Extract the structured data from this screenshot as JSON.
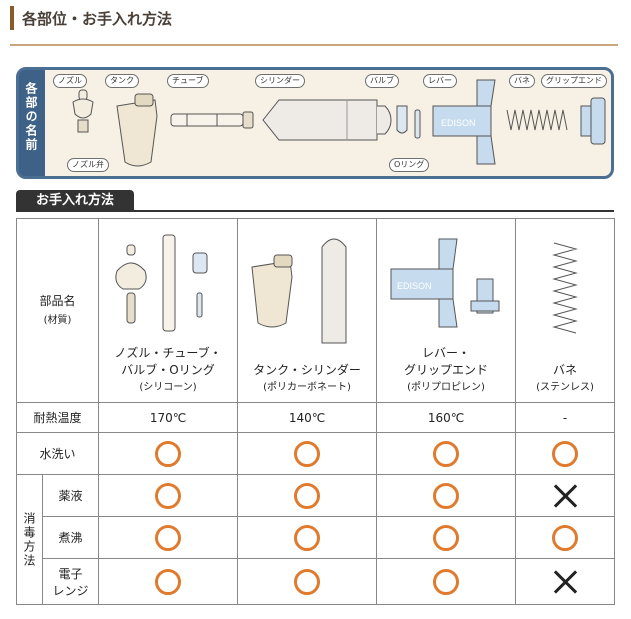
{
  "header": {
    "title": "各部位・お手入れ方法"
  },
  "parts": {
    "side_label": "各部の名前",
    "labels": {
      "nozzle": "ノズル",
      "tank": "タンク",
      "tube": "チューブ",
      "cylinder": "シリンダー",
      "valve": "バルブ",
      "lever": "レバー",
      "spring": "バネ",
      "grip_end": "グリップエンド",
      "nozzle_valve": "ノズル弁",
      "o_ring": "Oリング"
    },
    "brand": "EDISON"
  },
  "care": {
    "section_title": "お手入れ方法",
    "header_label": "部品名",
    "header_sub": "(材質)",
    "columns": [
      {
        "name_line1": "ノズル・チューブ・",
        "name_line2": "バルブ・Oリング",
        "material": "(シリコーン)"
      },
      {
        "name_line1": "タンク・シリンダー",
        "name_line2": "",
        "material": "(ポリカーボネート)"
      },
      {
        "name_line1": "レバー・",
        "name_line2": "グリップエンド",
        "material": "(ポリプロピレン)"
      },
      {
        "name_line1": "バネ",
        "name_line2": "",
        "material": "(ステンレス)"
      }
    ],
    "rows": {
      "heat": {
        "label": "耐熱温度",
        "values": [
          "170℃",
          "140℃",
          "160℃",
          "-"
        ]
      },
      "wash": {
        "label": "水洗い",
        "values": [
          "circle",
          "circle",
          "circle",
          "circle"
        ]
      },
      "disinfect_label": "消毒方法",
      "chemical": {
        "label": "薬液",
        "values": [
          "circle",
          "circle",
          "circle",
          "cross"
        ]
      },
      "boiling": {
        "label": "煮沸",
        "values": [
          "circle",
          "circle",
          "circle",
          "circle"
        ]
      },
      "microwave": {
        "label_line1": "電子",
        "label_line2": "レンジ",
        "values": [
          "circle",
          "circle",
          "circle",
          "cross"
        ]
      }
    }
  }
}
